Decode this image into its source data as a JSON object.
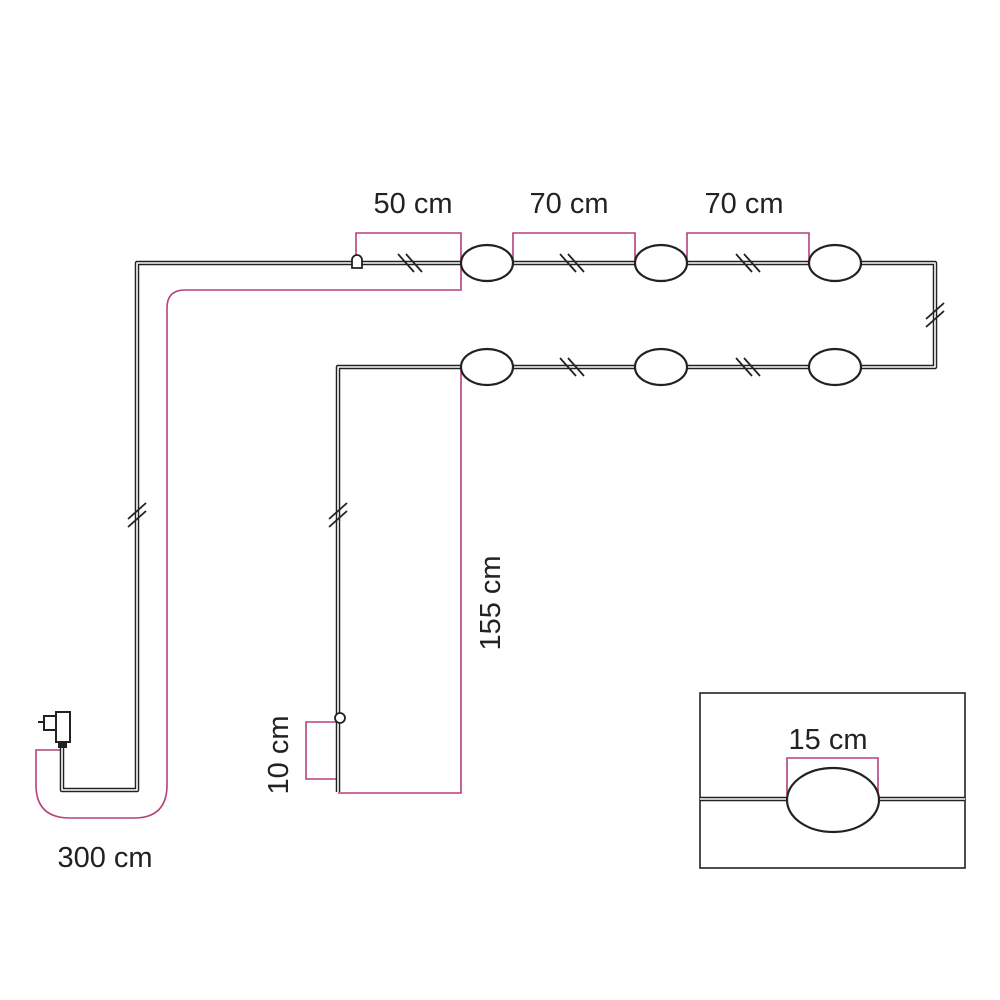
{
  "labels": {
    "seg1": "50 cm",
    "seg2": "70 cm",
    "seg3": "70 cm",
    "cable": "300 cm",
    "drop": "155 cm",
    "end": "10 cm",
    "bulb": "15 cm"
  },
  "colors": {
    "dimension": "#b5407a",
    "cable": "#222222"
  }
}
